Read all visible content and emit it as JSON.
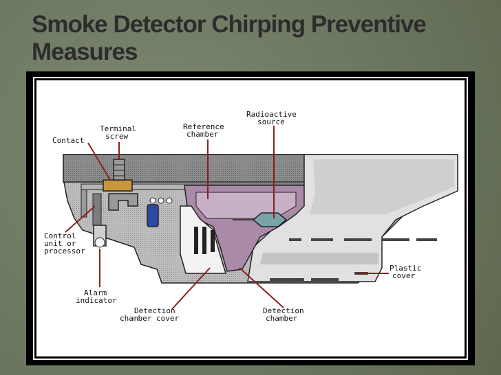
{
  "slide": {
    "title": "Smoke Detector Chirping Preventive Measures"
  },
  "diagram": {
    "labels": {
      "contact": "Contact",
      "terminal_screw": [
        "Terminal",
        "screw"
      ],
      "reference_chamber": [
        "Reference",
        "chamber"
      ],
      "radioactive_source": [
        "Radioactive",
        "source"
      ],
      "control_unit": [
        "Control",
        "unit or",
        "processor"
      ],
      "alarm_indicator": [
        "Alarm",
        "indicator"
      ],
      "detection_chamber_cover": [
        "Detection",
        "chamber cover"
      ],
      "detection_chamber": [
        "Detection",
        "chamber"
      ],
      "plastic_cover": [
        "Plastic",
        "cover"
      ]
    },
    "colors": {
      "leader_line": "#8a1f1f",
      "housing": "#9a9a9a",
      "housing_light": "#d6d6d6",
      "chamber": "#a98aa8",
      "chamber_light": "#c8b0c6",
      "contact": "#c8973a",
      "battery": "#2b4aa6",
      "source": "#7aa3a8"
    }
  }
}
